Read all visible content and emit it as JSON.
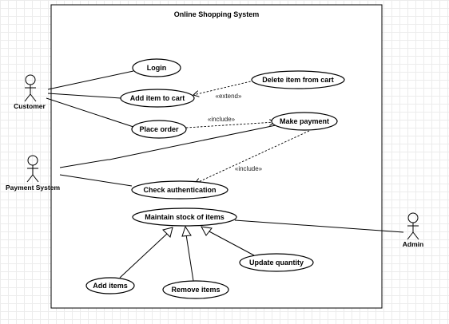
{
  "system": {
    "title": "Online Shopping System"
  },
  "actors": {
    "customer": "Customer",
    "payment_system": "Payment System",
    "admin": "Admin"
  },
  "use_cases": {
    "login": "Login",
    "add_item_to_cart": "Add item to cart",
    "delete_item_from_cart": "Delete item from cart",
    "place_order": "Place order",
    "make_payment": "Make payment",
    "check_authentication": "Check authentication",
    "maintain_stock": "Maintain stock of items",
    "add_items": "Add items",
    "remove_items": "Remove items",
    "update_quantity": "Update quantity"
  },
  "relationships": {
    "extend_label": "«extend»",
    "include_label_1": "«include»",
    "include_label_2": "«include»"
  }
}
